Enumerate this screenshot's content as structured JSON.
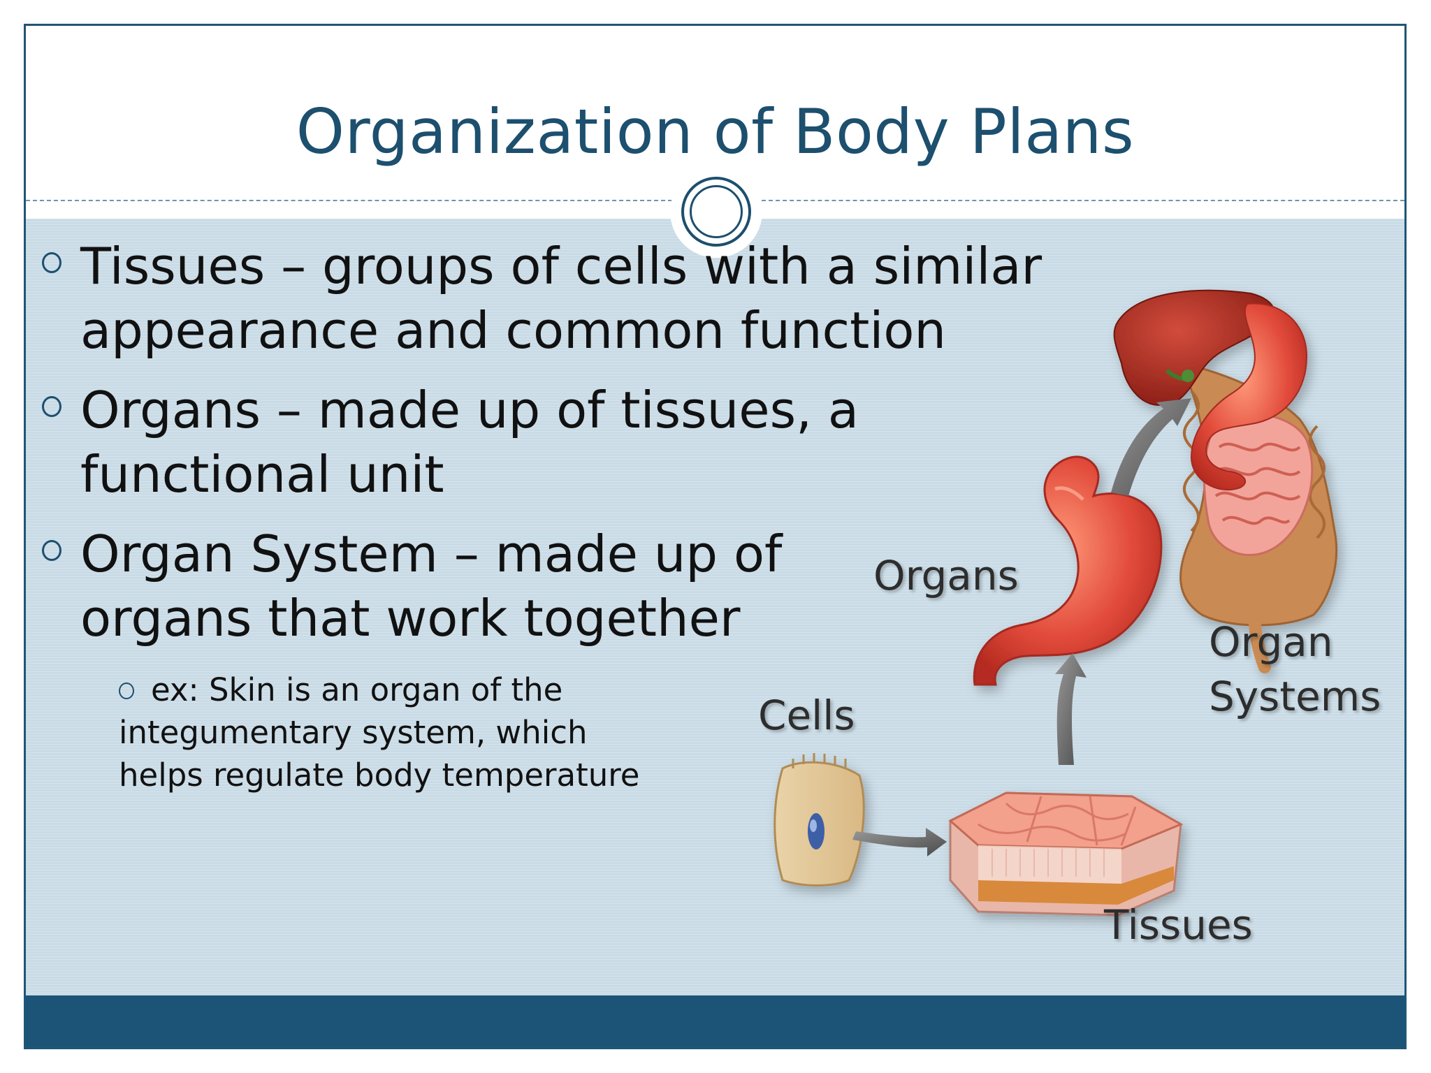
{
  "slide": {
    "title": "Organization of Body Plans",
    "bullets": [
      {
        "lines": [
          "Tissues – groups of cells with a similar",
          "appearance and common function"
        ]
      },
      {
        "lines": [
          "Organs – made up of tissues, a",
          "functional unit"
        ]
      },
      {
        "lines": [
          "Organ System – made up of",
          "organs that work together"
        ]
      }
    ],
    "sub_bullet": {
      "lines": [
        "ex: Skin is an organ of the",
        "integumentary system, which",
        "helps regulate body temperature"
      ]
    }
  },
  "diagram": {
    "labels": {
      "organs": "Organs",
      "cells": "Cells",
      "tissues": "Tissues",
      "organ_systems_line1": "Organ",
      "organ_systems_line2": "Systems"
    }
  },
  "colors": {
    "title": "#1d4f6e",
    "content_bg": "#c9dbe6",
    "footer": "#1c5477",
    "organ_red": "#e24b3b",
    "liver": "#9c241b",
    "intestine": "#c98a52"
  }
}
